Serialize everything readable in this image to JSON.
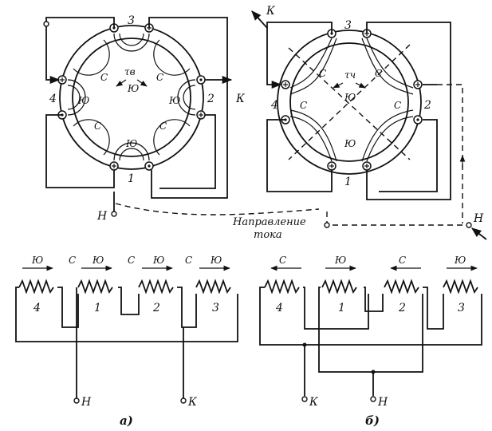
{
  "diagram_a": {
    "slot_numbers": [
      "1",
      "2",
      "3",
      "4"
    ],
    "pole_labels": [
      "С",
      "Ю",
      "С",
      "Ю",
      "С",
      "Ю",
      "С",
      "Ю"
    ],
    "center_pole": "Ю",
    "pitch_label": "τв",
    "start_terminal": "Н",
    "end_terminal": "К",
    "coil_numbers": [
      "4",
      "1",
      "2",
      "3"
    ],
    "coil_poles": [
      "Ю",
      "С",
      "Ю",
      "С",
      "Ю",
      "С",
      "Ю"
    ],
    "bottom_start": "Н",
    "bottom_end": "К",
    "caption": "а)"
  },
  "diagram_b": {
    "slot_numbers": [
      "1",
      "2",
      "3",
      "4"
    ],
    "pole_labels": [
      "С",
      "С",
      "С",
      "С"
    ],
    "ring_poles": [
      "Ю",
      "Ю"
    ],
    "center_pole": "Ю",
    "pitch_label": "τч",
    "start_terminal": "Н",
    "end_terminal": "К",
    "coil_numbers": [
      "4",
      "1",
      "2",
      "3"
    ],
    "coil_poles": [
      "С",
      "Ю",
      "С",
      "Ю"
    ],
    "bottom_start": "Н",
    "bottom_end": "К",
    "caption": "б)"
  },
  "current_direction_label": [
    "Направление",
    "тока"
  ]
}
